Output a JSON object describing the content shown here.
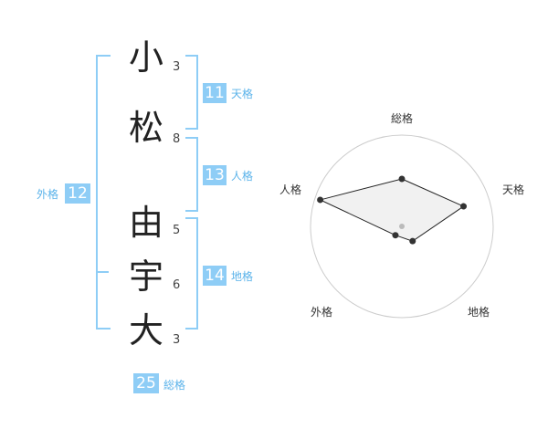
{
  "name": {
    "chars": [
      "小",
      "松",
      "由",
      "宇",
      "大"
    ],
    "strokes": [
      "3",
      "8",
      "5",
      "6",
      "3"
    ]
  },
  "fortune": {
    "tenkaku": {
      "value": "11",
      "label": "天格"
    },
    "jinkaku": {
      "value": "13",
      "label": "人格"
    },
    "chikaku": {
      "value": "14",
      "label": "地格"
    },
    "gaikaku": {
      "value": "12",
      "label": "外格"
    },
    "soukaku": {
      "value": "25",
      "label": "総格"
    }
  },
  "colors": {
    "accent": "#8ecdf6",
    "accent_text": "#5bb3ea",
    "radar_fill": "#eeeeee",
    "radar_line": "#222222",
    "ring": "#cccccc"
  },
  "chart_data": {
    "type": "radar",
    "axes": [
      "総格",
      "天格",
      "地格",
      "外格",
      "人格"
    ],
    "values": [
      0.52,
      0.71,
      0.2,
      0.12,
      0.94
    ],
    "rings": 4
  }
}
